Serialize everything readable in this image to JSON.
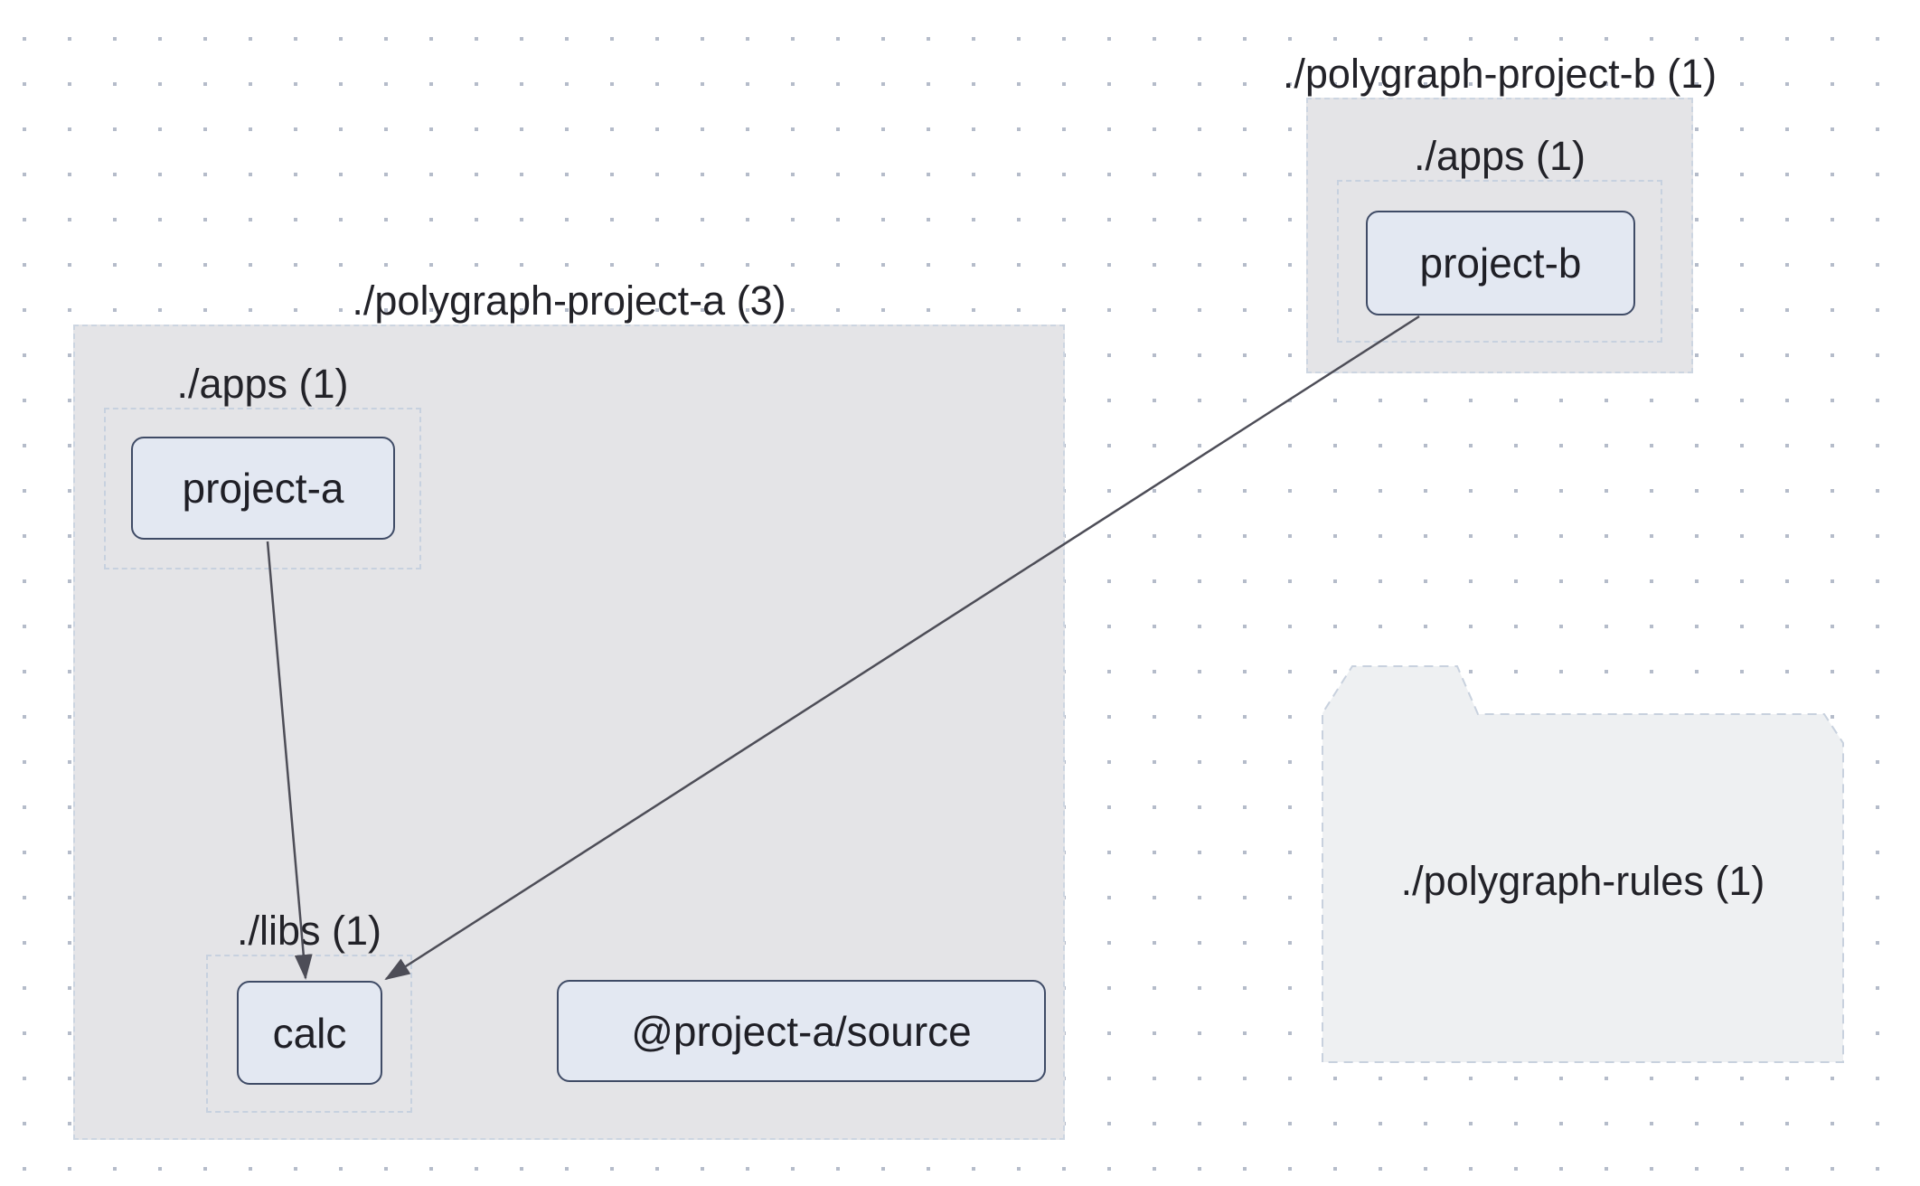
{
  "groups": {
    "project_a": {
      "title": "./polygraph-project-a (3)"
    },
    "project_b": {
      "title": "./polygraph-project-b (1)"
    },
    "apps_a": {
      "label": "./apps (1)"
    },
    "libs_a": {
      "label": "./libs (1)"
    },
    "apps_b": {
      "label": "./apps (1)"
    },
    "rules": {
      "label": "./polygraph-rules (1)"
    }
  },
  "nodes": {
    "project_a": {
      "label": "project-a"
    },
    "project_b": {
      "label": "project-b"
    },
    "calc": {
      "label": "calc"
    },
    "source": {
      "label": "@project-a/source"
    }
  },
  "edges": [
    {
      "from": "project-a",
      "to": "calc"
    },
    {
      "from": "project-b",
      "to": "calc"
    }
  ],
  "colors": {
    "background": "#ffffff",
    "dot": "#b5bcca",
    "group_fill": "#e4e4e7",
    "group_border": "#ccd5e1",
    "subgroup_border": "#c7d1df",
    "node_fill": "#e3e8f2",
    "node_border": "#3f4b66",
    "folder_fill": "#eef0f2",
    "folder_border": "#c8d1de",
    "edge": "#4d4d57",
    "text": "#222228"
  }
}
